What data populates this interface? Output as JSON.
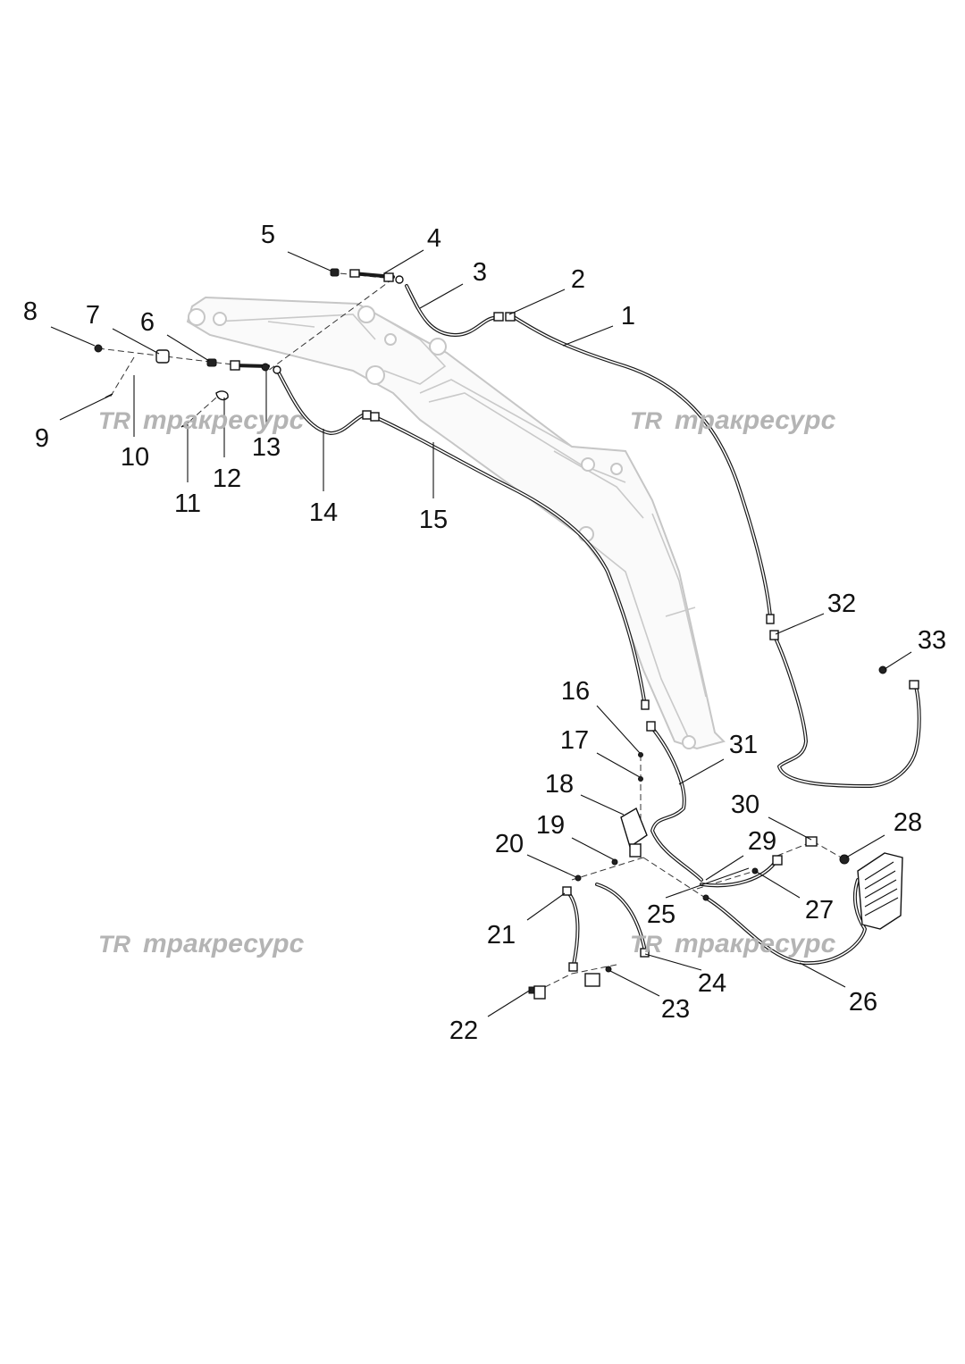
{
  "callouts": [
    "1",
    "2",
    "3",
    "4",
    "5",
    "6",
    "7",
    "8",
    "9",
    "10",
    "11",
    "12",
    "13",
    "14",
    "15",
    "16",
    "17",
    "18",
    "19",
    "20",
    "21",
    "22",
    "23",
    "24",
    "25",
    "26",
    "27",
    "28",
    "29",
    "30",
    "31",
    "32",
    "33"
  ],
  "watermark": {
    "logo": "TR",
    "text": "тракресурс"
  }
}
